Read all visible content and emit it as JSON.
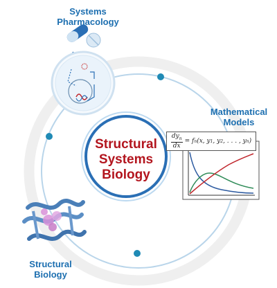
{
  "labels": {
    "pharmacology": [
      "Systems",
      "Pharmacology"
    ],
    "models": [
      "Mathematical",
      "Models"
    ],
    "structural": [
      "Structural",
      "Biology"
    ]
  },
  "center": [
    "Structural",
    "Systems",
    "Biology"
  ],
  "equation": {
    "lhs_num": "dy",
    "lhs_num_sub": "n",
    "lhs_den": "dx",
    "rhs": "= f",
    "rhs_sub": "n",
    "args": "(x, y",
    "args_sub1": "1",
    "args_mid": ", y",
    "args_sub2": "2",
    "args_tail": ", . . . , y",
    "args_sub3": "n",
    "args_end": ")"
  },
  "colors": {
    "accent_blue": "#1d6fb0",
    "center_red": "#b3151e",
    "ring_grey": "#efefef",
    "dot_teal": "#1f8ab5",
    "curve_blue": "#2c5aa0",
    "curve_green": "#2e8b57",
    "curve_red": "#c0262c"
  },
  "icons": {
    "pharm": "capsule-pill-cell-icon",
    "protein": "protein-ribbon-icon"
  }
}
